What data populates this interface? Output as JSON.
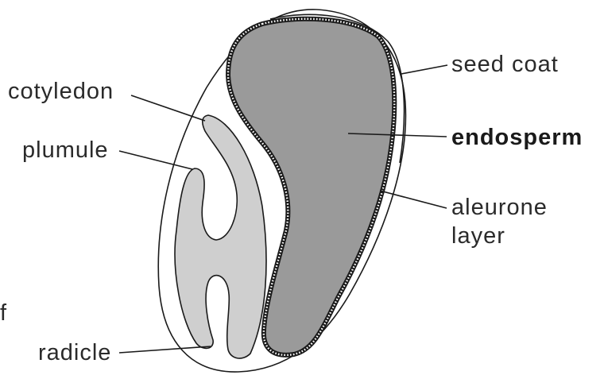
{
  "labels": {
    "cotyledon": "cotyledon",
    "plumule": "plumule",
    "radicle": "radicle",
    "seed_coat": "seed coat",
    "endosperm": "endosperm",
    "aleurone_line1": "aleurone",
    "aleurone_line2": "layer"
  },
  "edge_fragment": "f",
  "colors": {
    "background": "#ffffff",
    "endosperm": "#9a9a9a",
    "embryo": "#cfcfcf",
    "outline": "#1a1a1a",
    "aleurone_dots": "#ffffff"
  }
}
